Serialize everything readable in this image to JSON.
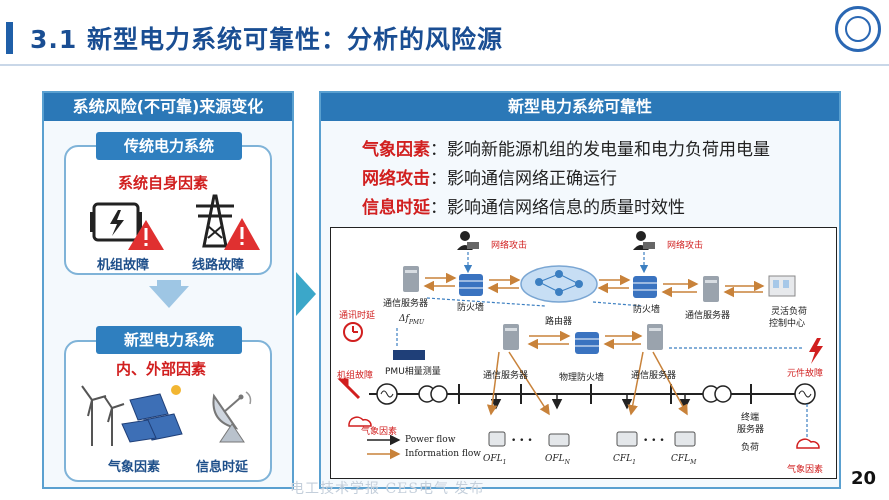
{
  "header": {
    "title": "3.1 新型电力系统可靠性：分析的风险源"
  },
  "left_panel": {
    "heading": "系统风险(不可靠)来源变化",
    "traditional": {
      "label": "传统电力系统",
      "factor": "系统自身因素",
      "items": [
        "机组故障",
        "线路故障"
      ]
    },
    "new": {
      "label": "新型电力系统",
      "factor": "内、外部因素",
      "items": [
        "气象因素",
        "信息时延"
      ]
    }
  },
  "right_panel": {
    "heading": "新型电力系统可靠性",
    "lines": [
      {
        "key": "气象因素",
        "text": "：影响新能源机组的发电量和电力负荷用电量"
      },
      {
        "key": "网络攻击",
        "text": "：影响通信网络正确运行"
      },
      {
        "key": "信息时延",
        "text": "：影响通信网络信息的质量时效性"
      }
    ]
  },
  "diagram": {
    "attack_left": "网络攻击",
    "attack_right": "网络攻击",
    "comm_server_a": "通信服务器",
    "firewall_a": "防火墙",
    "router": "路由器",
    "firewall_b": "防火墙",
    "comm_server_b": "通信服务器",
    "flex_load_line1": "灵活负荷",
    "flex_load_line2": "控制中心",
    "comm_delay": "通讯时延",
    "delta_f": "Δf",
    "delta_f_sub": "PMU",
    "pmu": "PMU相量测量",
    "unit_fault": "机组故障",
    "comm_server_c": "通信服务器",
    "physical_firewall": "物理防火墙",
    "comm_server_d": "通信服务器",
    "component_fault": "元件故障",
    "weather_left": "气象因素",
    "terminal_line1": "终端",
    "terminal_line2": "服务器",
    "load": "负荷",
    "weather_right": "气象因素",
    "legend_power": "Power flow",
    "legend_info": "Information flow",
    "ofl1": "OFL",
    "ofl1_sub": "1",
    "ofln": "OFL",
    "ofln_sub": "N",
    "cfl1": "CFL",
    "cfl1_sub": "1",
    "cflm": "CFL",
    "cflm_sub": "M",
    "dots": "• • •"
  },
  "page_number": "20",
  "footer": "电工技术学报 CES电气 发布"
}
